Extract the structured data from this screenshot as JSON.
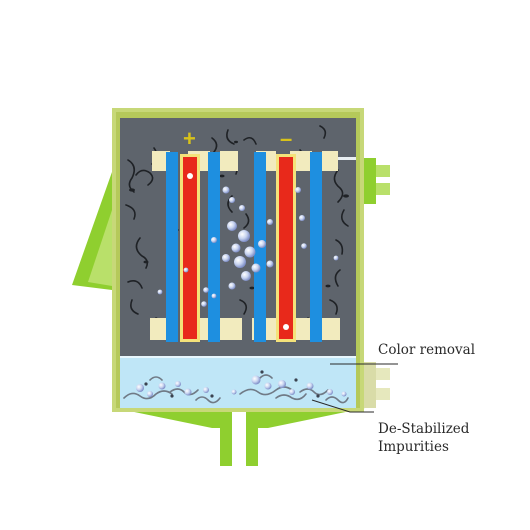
{
  "labels": {
    "plus": "+",
    "minus": "–",
    "color_removal": "Color removal",
    "destabilized_line1": "De-Stabilized",
    "destabilized_line2": "Impurities"
  },
  "colors": {
    "tank_frame": "#c7d878",
    "tank_frame_dark": "#9dbb3c",
    "side_fin": "#8fcf2f",
    "chamber": "#5e646c",
    "cathode_plate": "#1e8fe0",
    "anode_plate": "#e8291b",
    "anode_core": "#f4e27a",
    "plate_holder": "#f2ebbe",
    "water": "#bfe6f7",
    "plus_sign": "#d8c21a",
    "minus_sign": "#d8c21a"
  }
}
